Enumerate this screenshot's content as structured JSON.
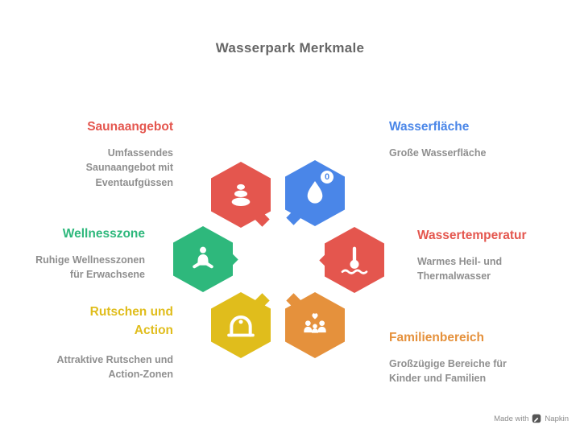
{
  "title": "Wasserpark Merkmale",
  "colors": {
    "title": "#666666",
    "description_text": "#8f8f8f"
  },
  "features": [
    {
      "label": "Saunaangebot",
      "description": "Umfassendes Saunaangebot mit Eventaufgüssen",
      "color": "#e4564e",
      "icon": "spa-stones-icon"
    },
    {
      "label": "Wasserfläche",
      "description": "Große Wasserfläche",
      "color": "#4a86e8",
      "icon": "water-drop-icon",
      "badge": "0"
    },
    {
      "label": "Wellnesszone",
      "description": "Ruhige Wellnesszonen für Erwachsene",
      "color": "#2eb87c",
      "icon": "meditation-person-icon"
    },
    {
      "label": "Wassertemperatur",
      "description": "Warmes Heil- und Thermalwasser",
      "color": "#e4564e",
      "icon": "thermometer-waves-icon"
    },
    {
      "label": "Rutschen und Action",
      "description": "Attraktive Rutschen und Action-Zonen",
      "color": "#e0bd1c",
      "icon": "water-slide-icon"
    },
    {
      "label": "Familienbereich",
      "description": "Großzügige Bereiche für Kinder und Familien",
      "color": "#e5913c",
      "icon": "family-icon"
    }
  ],
  "watermark": {
    "prefix": "Made with",
    "brand": "Napkin"
  }
}
